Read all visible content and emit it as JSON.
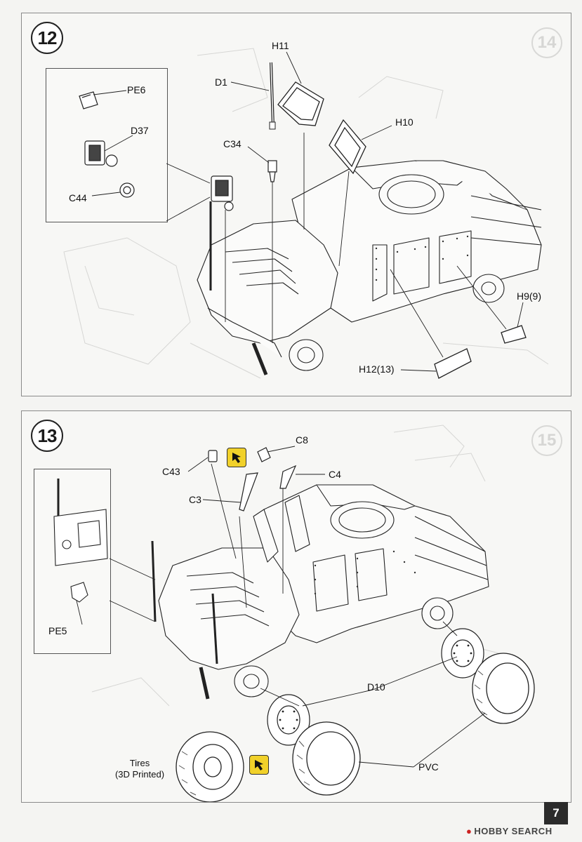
{
  "steps": {
    "step12": {
      "number": "12",
      "ghost_number": "14",
      "labels": {
        "h11": "H11",
        "d1": "D1",
        "c34": "C34",
        "h10": "H10",
        "pe6": "PE6",
        "d37": "D37",
        "c44": "C44",
        "h9": "H9(9)",
        "h12": "H12(13)"
      }
    },
    "step13": {
      "number": "13",
      "ghost_number": "15",
      "labels": {
        "c8": "C8",
        "c43": "C43",
        "c4": "C4",
        "c3": "C3",
        "pe5": "PE5",
        "d10": "D10",
        "pvc": "PVC",
        "tires_line1": "Tires",
        "tires_line2": "(3D Printed)"
      }
    }
  },
  "page": {
    "number": "7",
    "watermark": "HOBBY SEARCH"
  },
  "colors": {
    "hint_yellow": "#f1d12a",
    "line": "#222222",
    "ghost": "#d4d4d2"
  }
}
